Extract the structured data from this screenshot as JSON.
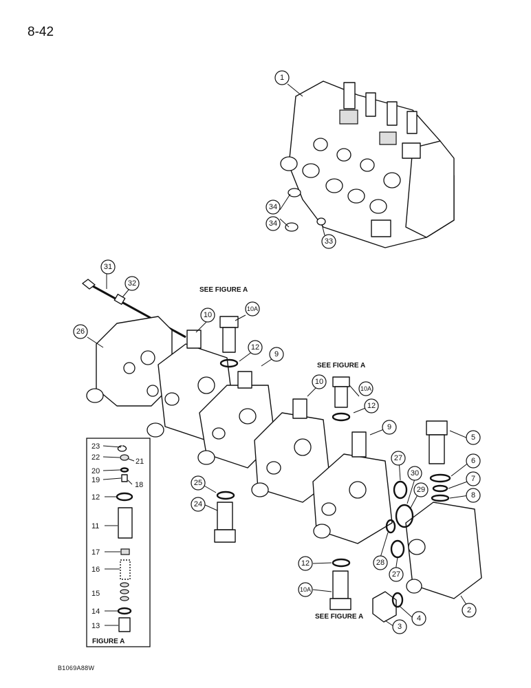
{
  "page_number": "8-42",
  "figure_code": "B1069A88W",
  "see_figure_labels": [
    "SEE FIGURE A",
    "SEE FIGURE A",
    "SEE FIGURE A"
  ],
  "inset_title": "FIGURE A",
  "callouts": [
    "1",
    "34",
    "34",
    "33",
    "31",
    "32",
    "26",
    "10",
    "10A",
    "12",
    "9",
    "10",
    "10A",
    "12",
    "9",
    "5",
    "6",
    "7",
    "8",
    "27",
    "30",
    "29",
    "28",
    "27",
    "25",
    "24",
    "12",
    "10A",
    "3",
    "4",
    "2"
  ],
  "inset_callouts": [
    "23",
    "22",
    "21",
    "20",
    "19",
    "18",
    "12",
    "11",
    "17",
    "16",
    "15",
    "14",
    "13"
  ]
}
